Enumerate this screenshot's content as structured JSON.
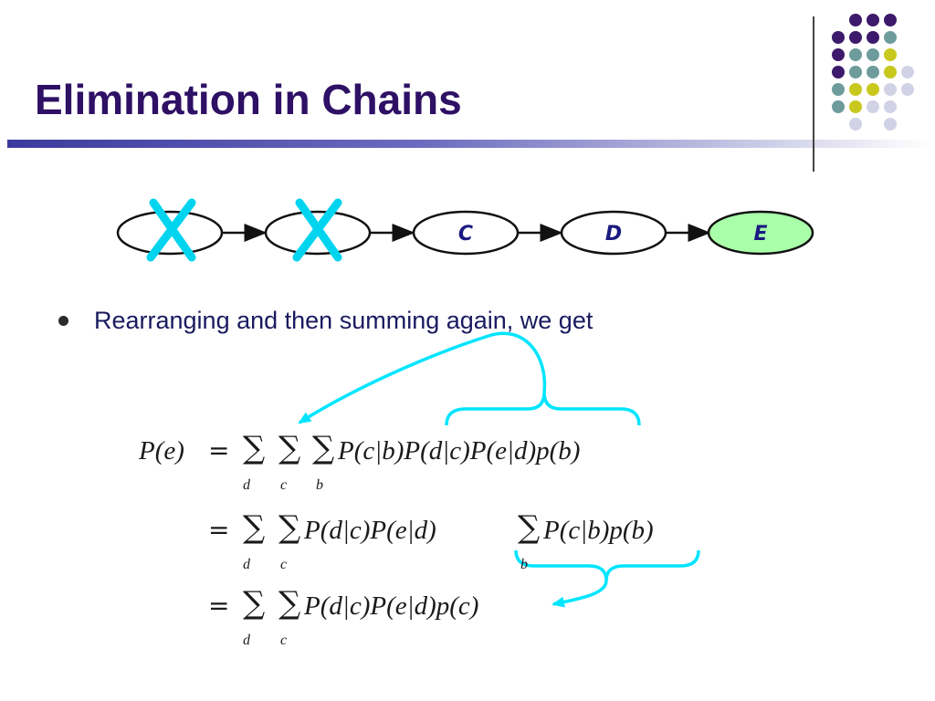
{
  "slide": {
    "title": "Elimination in Chains",
    "bullet": "Rearranging and then summing again, we get"
  },
  "chain": {
    "nodes": [
      {
        "label": "",
        "eliminated": true
      },
      {
        "label": "",
        "eliminated": true
      },
      {
        "label": "C",
        "eliminated": false
      },
      {
        "label": "D",
        "eliminated": false
      },
      {
        "label": "E",
        "eliminated": false,
        "highlighted": true
      }
    ]
  },
  "equation": {
    "line1": {
      "lhs": "P(e)",
      "eq": "=",
      "sums": [
        "d",
        "c",
        "b"
      ],
      "terms": "P(c|b)P(d|c)P(e|d)p(b)"
    },
    "line2": {
      "eq": "=",
      "sums": [
        "d",
        "c"
      ],
      "terms_a": "P(d|c)P(e|d)",
      "inner_sum": "b",
      "terms_b": "P(c|b)p(b)"
    },
    "line3": {
      "eq": "=",
      "sums": [
        "d",
        "c"
      ],
      "terms": "P(d|c)P(e|d)p(c)"
    }
  },
  "colors": {
    "title": "#2e1065",
    "accent_cyan": "#00e5ff",
    "cross": "#00d4ef",
    "node_E_fill": "#aaffaa",
    "dot_purple": "#3d1a6b",
    "dot_teal": "#6e9c9c",
    "dot_olive": "#c8c81e",
    "dot_lavender": "#d2d2e6"
  }
}
